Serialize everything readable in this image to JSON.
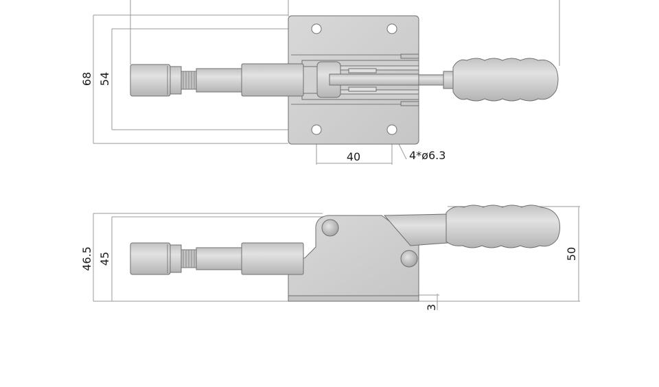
{
  "top_view": {
    "dim_height_outer": "68",
    "dim_height_inner": "54",
    "dim_hole_spacing": "40",
    "dim_holes": "4*ø6.3"
  },
  "side_view": {
    "dim_height_outer": "46.5",
    "dim_height_inner": "45",
    "dim_base_thickness": "3",
    "dim_overall_height": "50"
  },
  "colors": {
    "metal": "#d2d2d2",
    "metal_dark": "#bdbdbd",
    "outline": "#6e6e6e",
    "dimension_line": "#9a9a9a"
  }
}
